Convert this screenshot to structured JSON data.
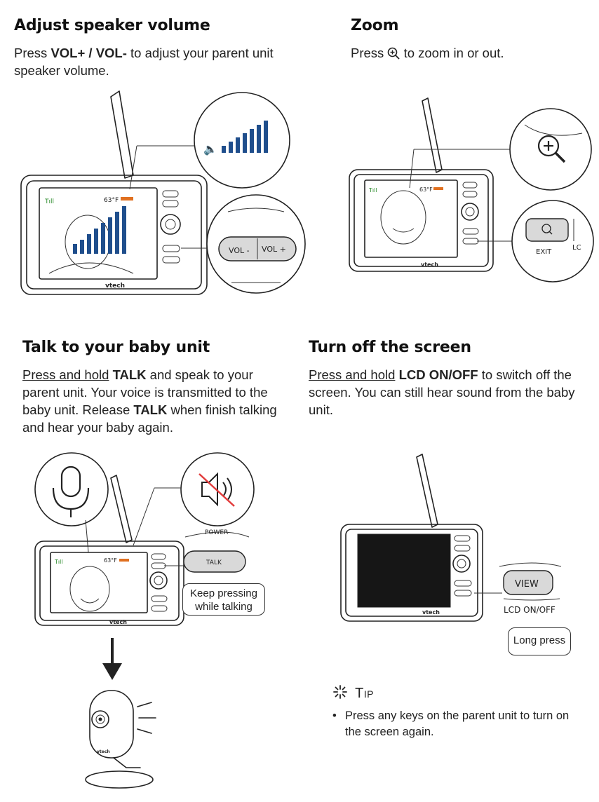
{
  "volume": {
    "title": "Adjust speaker volume",
    "pre": "Press ",
    "key1": "VOL+",
    "sep": " / ",
    "key2": "VOL-",
    "post": " to adjust your parent unit speaker volume.",
    "btn_minus": "VOL -",
    "btn_plus": "VOL +"
  },
  "zoom": {
    "title": "Zoom",
    "pre": "Press ",
    "post": " to zoom in or out.",
    "exit_label": "EXIT",
    "lcd_partial": "LC"
  },
  "talk": {
    "title": "Talk to your baby unit",
    "lead": "Press and hold",
    "key1": "TALK",
    "mid": " and speak to your parent unit. Your voice is transmitted to the baby unit. Release ",
    "key2": "TALK",
    "post": " when finish talking and hear your baby again.",
    "power_label": "POWER",
    "talk_label": "TALK",
    "callout": "Keep pressing while talking"
  },
  "screen": {
    "title": "Turn off the screen",
    "lead": "Press and hold",
    "key": "LCD ON/OFF",
    "post": " to switch off the screen. You can still hear sound from the baby unit.",
    "view_label": "VIEW",
    "lcd_label": "LCD ON/OFF",
    "callout": "Long press"
  },
  "tip": {
    "heading": "Tip",
    "items": [
      "Press any keys on the parent unit to turn on the screen again."
    ]
  },
  "device": {
    "brand": "vtech",
    "temp": "63°F"
  }
}
